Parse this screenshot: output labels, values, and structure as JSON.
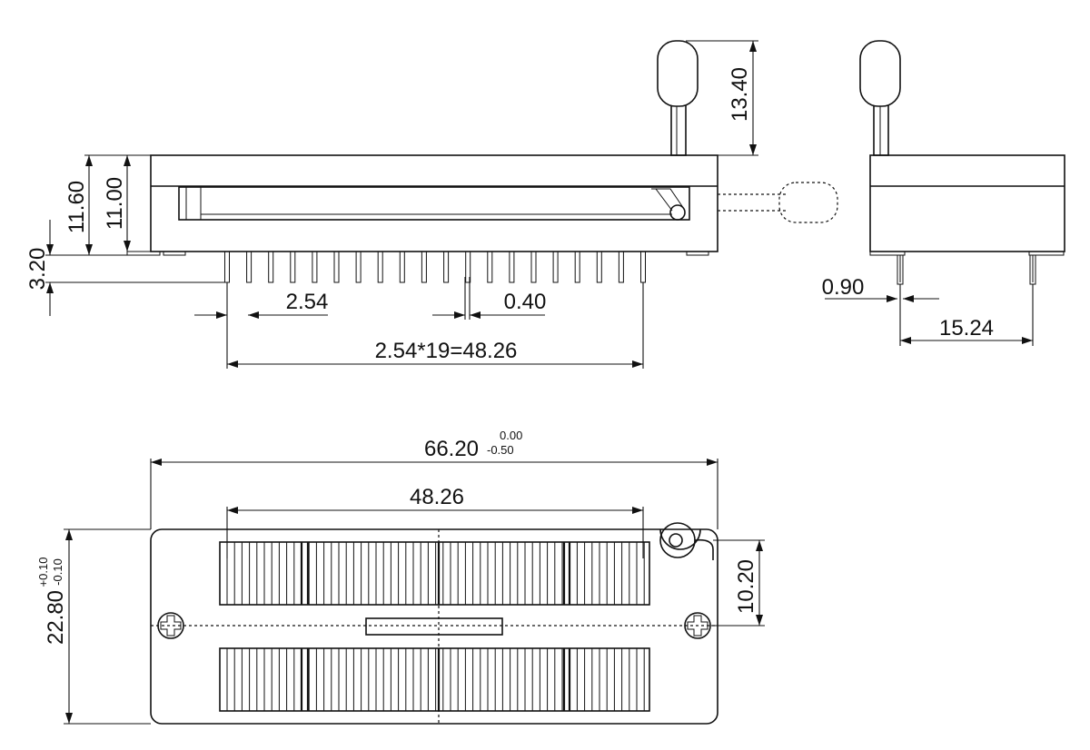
{
  "dimensions": {
    "lever_height": "13.40",
    "body_height_outer": "11.60",
    "body_height_inner": "11.00",
    "pin_length": "3.20",
    "pin_pitch": "2.54",
    "pin_width": "0.40",
    "pin_span": "2.54*19=48.26",
    "side_pin_width": "0.90",
    "row_spacing": "15.24",
    "overall_length": "66.20",
    "overall_length_tol_upper": "0.00",
    "overall_length_tol_lower": "-0.50",
    "contact_span": "48.26",
    "overall_width": "22.80",
    "overall_width_tol_upper": "+0.10",
    "overall_width_tol_lower": "-0.10",
    "lever_offset": "10.20"
  }
}
